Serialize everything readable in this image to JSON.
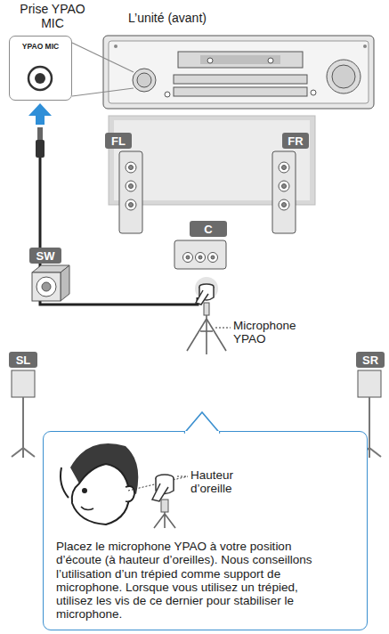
{
  "diagram": {
    "nodes": [
      {
        "text": [
          "YPAO MIC"
        ]
      },
      {
        "text": [
          "FL"
        ]
      },
      {
        "text": [
          "FR"
        ]
      },
      {
        "text": [
          "SW"
        ]
      },
      {
        "text": [
          "C"
        ]
      },
      {
        "text": [
          "SL"
        ]
      },
      {
        "text": [
          "SR"
        ]
      },
      {
        "text": [
          "Placez le microphone YPAO à votre position d’écoute (à hauteur d’oreilles). Nous conseillons l’utilisation d’un trépied comme support de microphone. Lorsque vous utilisez un trépied, utilisez les vis de ce dernier pour stabiliser le microphone."
        ]
      }
    ],
    "labels": [
      "Prise YPAO MIC",
      "L’unité (avant)",
      "Microphone YPAO",
      "Hauteur d’oreille"
    ]
  }
}
